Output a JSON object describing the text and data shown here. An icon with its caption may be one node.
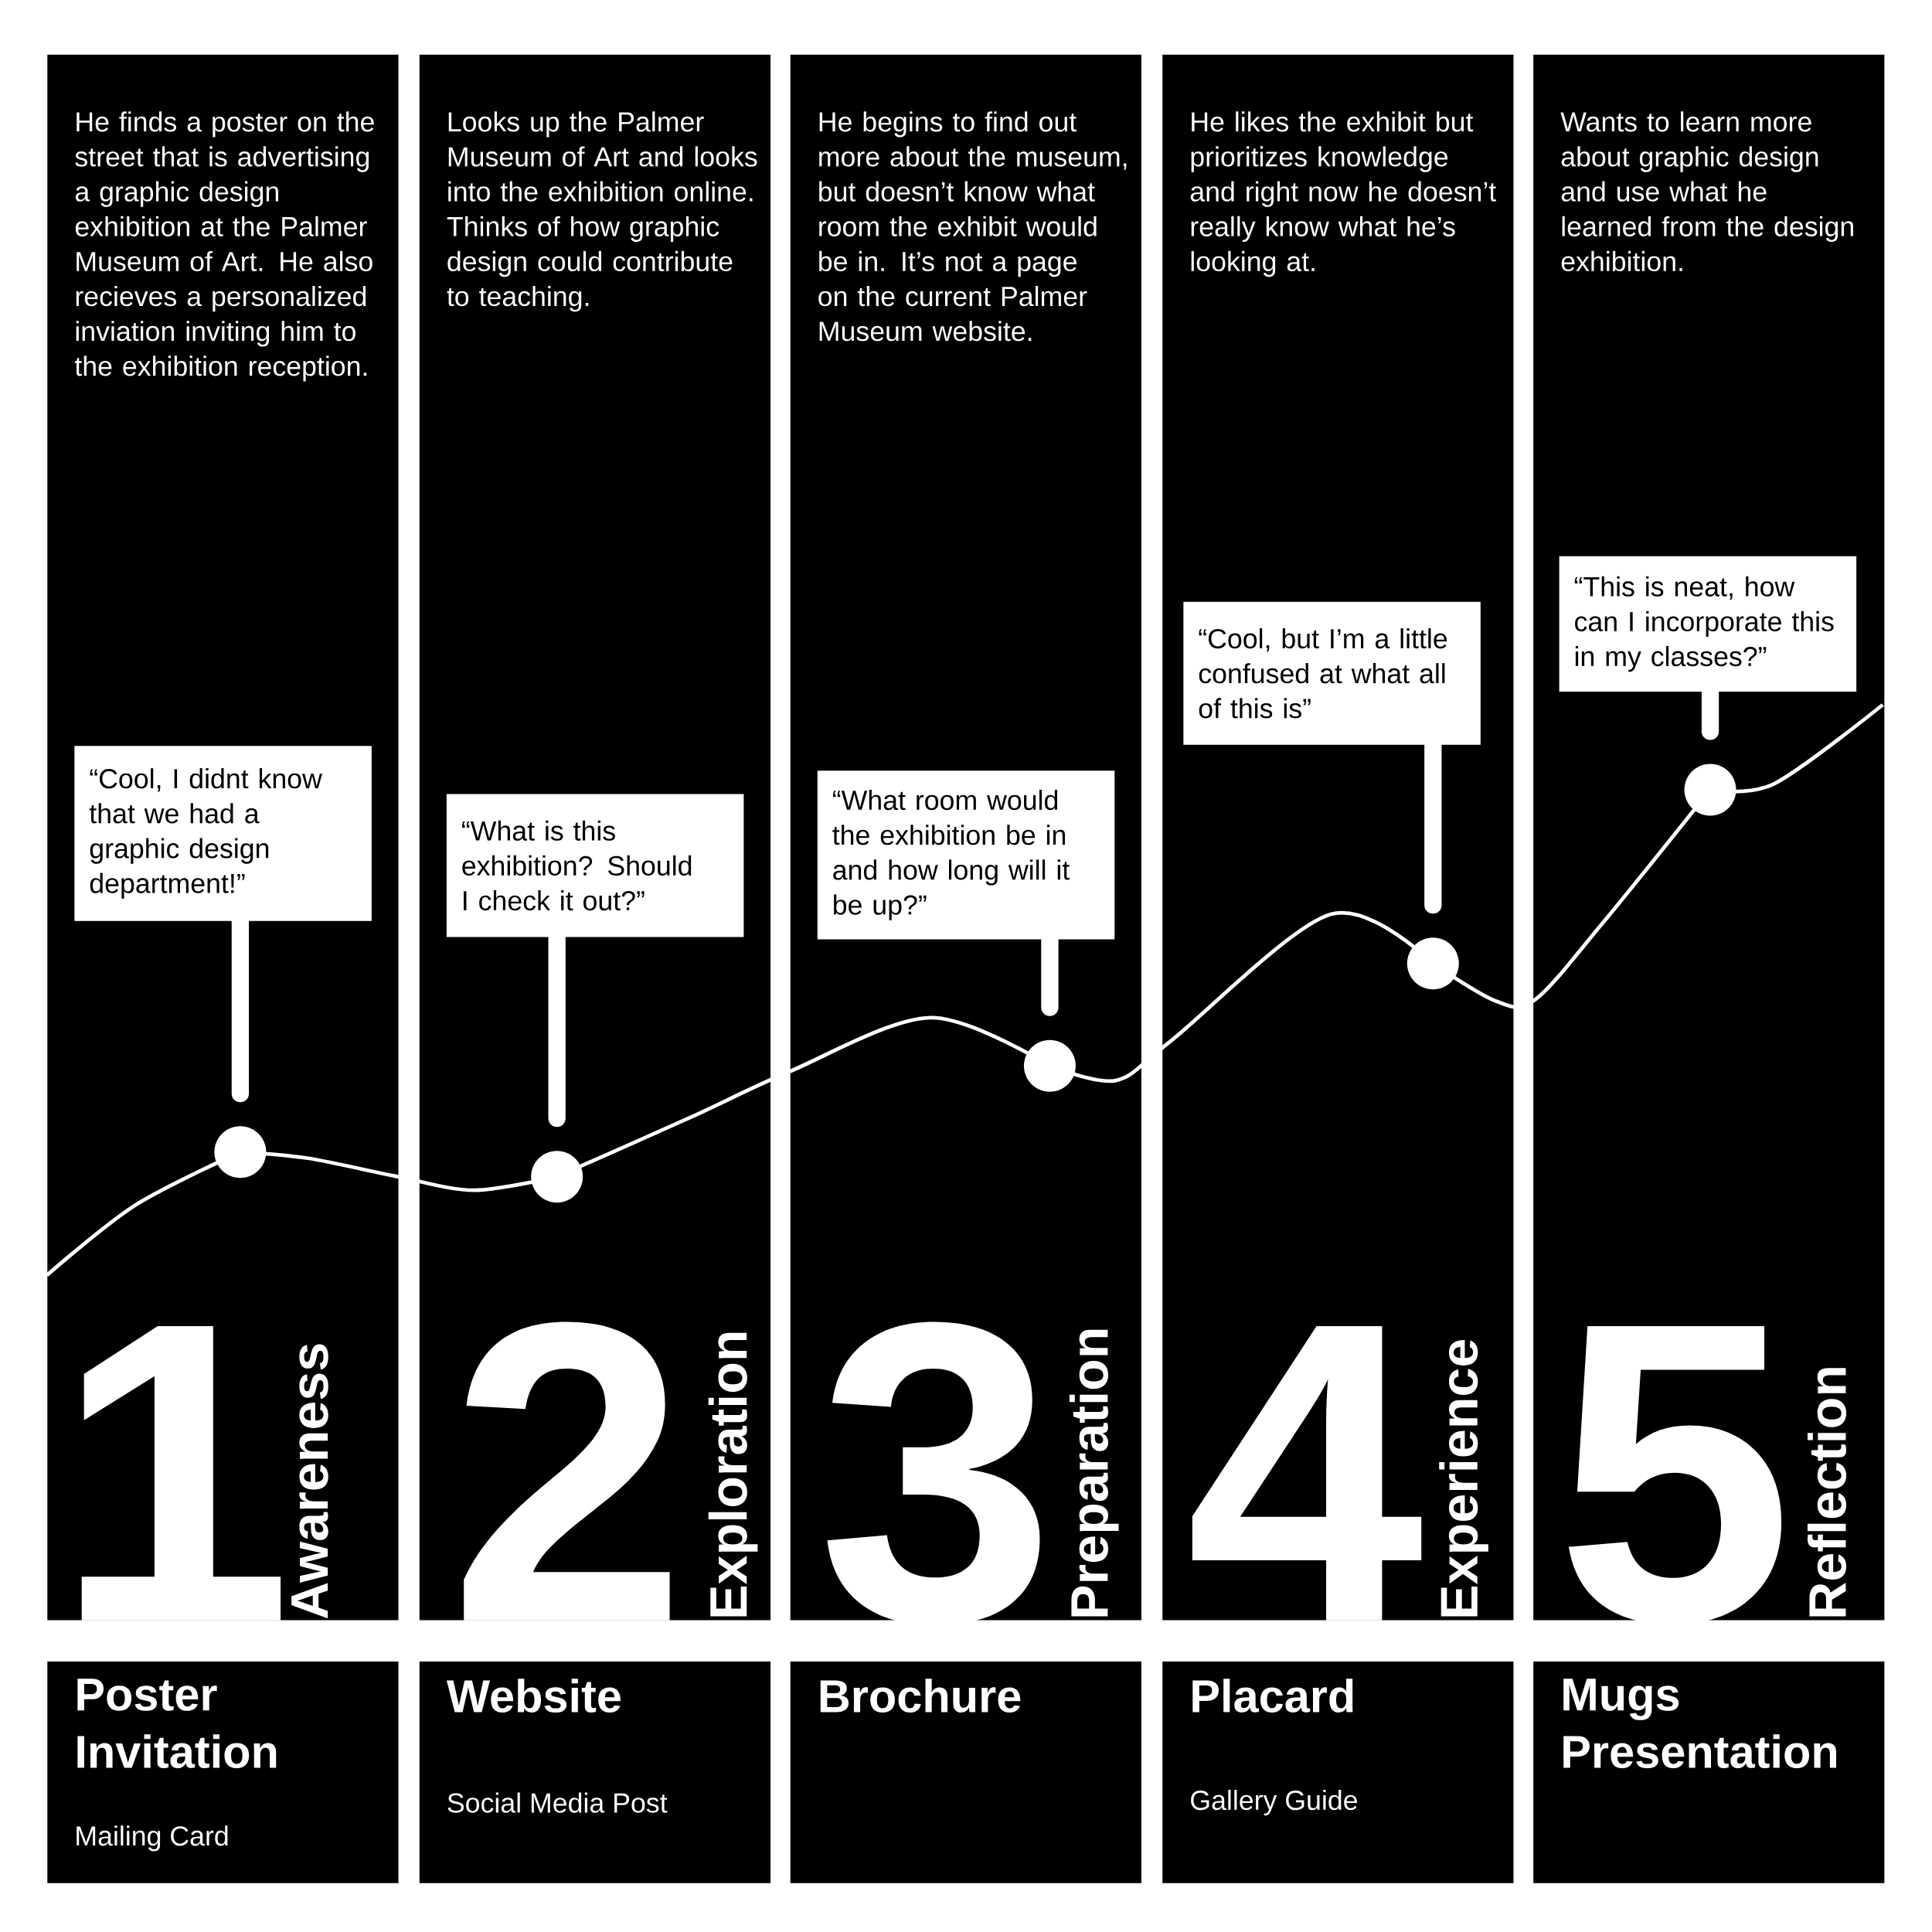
{
  "diagram": {
    "nodes": [
      {
        "text": [
          "He finds a poster on the street that is advertising a graphic design exhibition at the Palmer Museum of Art. He also recieves a personalized inviation inviting him to the exhibition reception.",
          "1",
          "Awareness"
        ]
      },
      {
        "text": [
          "“Cool, I didnt know that we had a graphic design department!”"
        ],
        "in": 0
      },
      {
        "text": [],
        "shape": "circle",
        "in": 0
      },
      {
        "text": [
          "Looks up the Palmer Museum of Art and looks into the exhibition online. Thinks of how graphic design could contribute to teaching.",
          "2",
          "Exploration"
        ]
      },
      {
        "text": [
          "“What is this exhibition? Should I check it out?”"
        ],
        "in": 3
      },
      {
        "text": [],
        "shape": "circle",
        "in": 3
      },
      {
        "text": [
          "He begins to find out more about the museum, but doesn’t know what room the exhibit would be in. It’s not a page on the current Palmer Museum website.",
          "3",
          "Preparation"
        ]
      },
      {
        "text": [
          "“What room would the exhibition be in and how long will it be up?”"
        ],
        "in": 6
      },
      {
        "text": [],
        "shape": "circle",
        "in": 6
      },
      {
        "text": [
          "He likes the exhibit but prioritizes knowledge and right now he doesn’t really know what he’s looking at.",
          "4",
          "Experience"
        ]
      },
      {
        "text": [
          "“Cool, but I’m a little confused at what all of this is”"
        ],
        "in": 9
      },
      {
        "text": [],
        "shape": "circle",
        "in": 9
      },
      {
        "text": [
          "Wants to learn more about graphic design and use what he learned from the design exhibition.",
          "5",
          "Reflection"
        ]
      },
      {
        "text": [
          "“This is neat, how can I incorporate this in my classes?”"
        ],
        "in": 12
      },
      {
        "text": [],
        "shape": "circle",
        "in": 12
      },
      {
        "text": [
          "Poster Invitation",
          "Mailing Card"
        ]
      },
      {
        "text": [
          "Website",
          "Social Media Post"
        ]
      },
      {
        "text": [
          "Brochure"
        ]
      },
      {
        "text": [
          "Placard",
          "Gallery Guide"
        ]
      },
      {
        "text": [
          "Mugs Presentation"
        ]
      }
    ],
    "edges": [
      {
        "from": 1,
        "to": 2,
        "arrow": "none",
        "style": "thick"
      },
      {
        "from": 4,
        "to": 5,
        "arrow": "none",
        "style": "thick"
      },
      {
        "from": 7,
        "to": 8,
        "arrow": "none",
        "style": "thick"
      },
      {
        "from": 10,
        "to": 11,
        "arrow": "none",
        "style": "thick"
      },
      {
        "from": 13,
        "to": 14,
        "arrow": "none",
        "style": "thick"
      },
      {
        "from": null,
        "to": 2,
        "arrow": "none"
      },
      {
        "from": 2,
        "to": 5,
        "arrow": "none"
      },
      {
        "from": 5,
        "to": 8,
        "arrow": "none"
      },
      {
        "from": 8,
        "to": 11,
        "arrow": "none"
      },
      {
        "from": 11,
        "to": 14,
        "arrow": "none"
      },
      {
        "from": 14,
        "to": null,
        "arrow": "none"
      }
    ]
  }
}
